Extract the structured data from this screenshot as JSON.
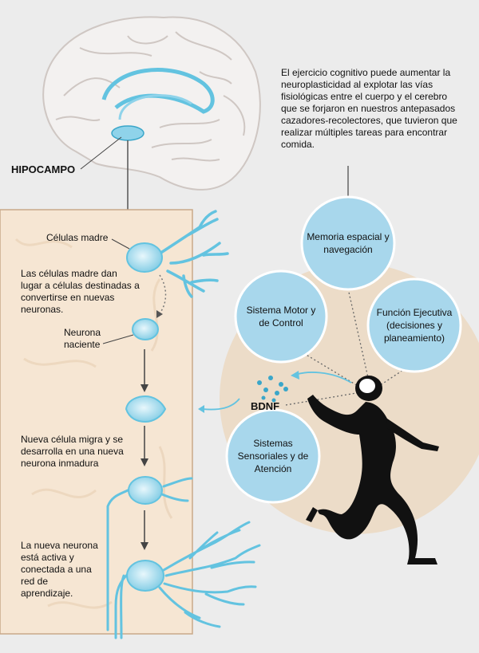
{
  "intro_text": "El ejercicio cognitivo puede aumentar la neuroplasticidad al explotar las vías fisiológicas entre el cuerpo y el cerebro que se forjaron en nuestros antepasados cazadores-recolectores, que tuvieron que realizar múltiples tareas para encontrar comida.",
  "hippocampus_label": "HIPOCAMPO",
  "stages": {
    "stem_cells": "Células madre",
    "stem_cells_desc": "Las células madre dan lugar a células destinadas a convertirse en nuevas neuronas.",
    "nascent": "Neurona naciente",
    "migration": "Nueva célula migra y se desarrolla en una nueva neurona inmadura",
    "active": "La nueva neurona está activa y conectada a una red de aprendizaje."
  },
  "bdnf_label": "BDNF",
  "functions": {
    "memory": "Memoria espacial y navegación",
    "motor": "Sistema Motor y de Control",
    "executive": "Función Ejecutiva (decisiones y planeamiento)",
    "sensory": "Sistemas Sensoriales y de Atención"
  },
  "colors": {
    "background": "#ececec",
    "panel": "#f6e6d3",
    "halo": "#ecdcc8",
    "circle_fill": "#a8d7ec",
    "circle_stroke": "#ffffff",
    "neuron": "#63c3e0",
    "neuron_dark": "#3aa6c9",
    "brain_outline": "#cfc7c3",
    "silhouette": "#111111"
  }
}
